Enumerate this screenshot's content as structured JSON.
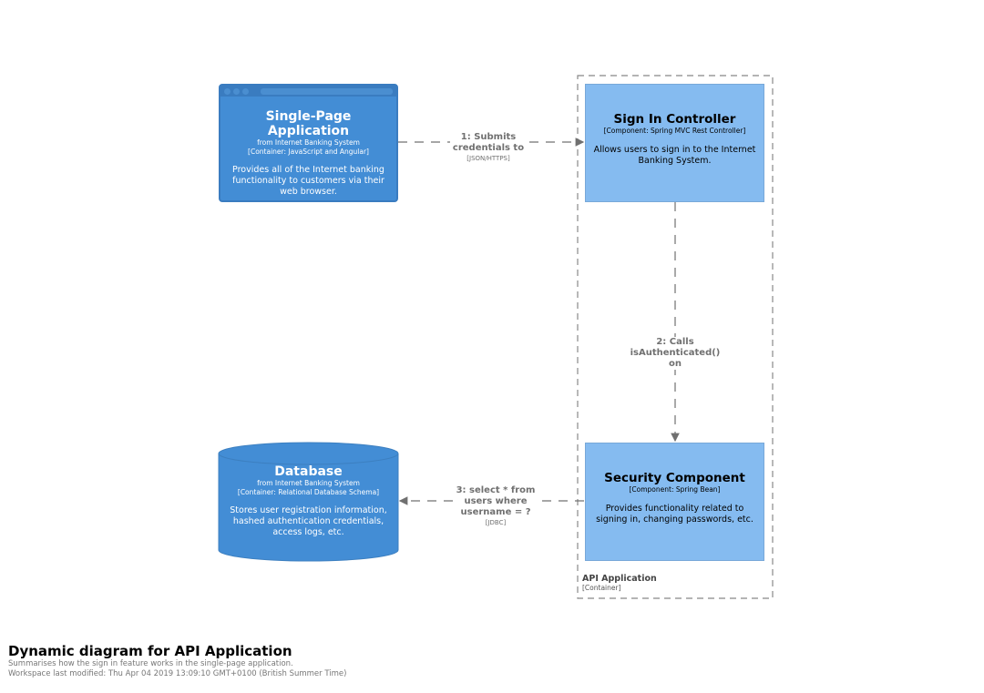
{
  "colors": {
    "container": "#438dd5",
    "component": "#85bbf0",
    "edge": "#707070"
  },
  "spa": {
    "title": "Single-Page Application",
    "from": "from Internet Banking System",
    "tech": "[Container: JavaScript and Angular]",
    "description": "Provides all of the Internet banking functionality to customers via their web browser."
  },
  "signin": {
    "title": "Sign In Controller",
    "tech": "[Component: Spring MVC Rest Controller]",
    "description": "Allows users to sign in to the Internet Banking System."
  },
  "security": {
    "title": "Security Component",
    "tech": "[Component: Spring Bean]",
    "description": "Provides functionality related to signing in, changing passwords, etc."
  },
  "database": {
    "title": "Database",
    "from": "from Internet Banking System",
    "tech": "[Container: Relational Database Schema]",
    "description": "Stores user registration information, hashed authentication credentials, access logs, etc."
  },
  "boundary": {
    "title": "API Application",
    "type": "[Container]"
  },
  "edges": [
    {
      "label": "1: Submits credentials to",
      "tech": "[JSON/HTTPS]"
    },
    {
      "label": "2: Calls isAuthenticated() on",
      "tech": ""
    },
    {
      "label": "3: select * from users where username = ?",
      "tech": "[JDBC]"
    }
  ],
  "footer": {
    "title": "Dynamic diagram for API Application",
    "description": "Summarises how the sign in feature works in the single-page application.",
    "modified": "Workspace last modified: Thu Apr 04 2019 13:09:10 GMT+0100 (British Summer Time)"
  }
}
